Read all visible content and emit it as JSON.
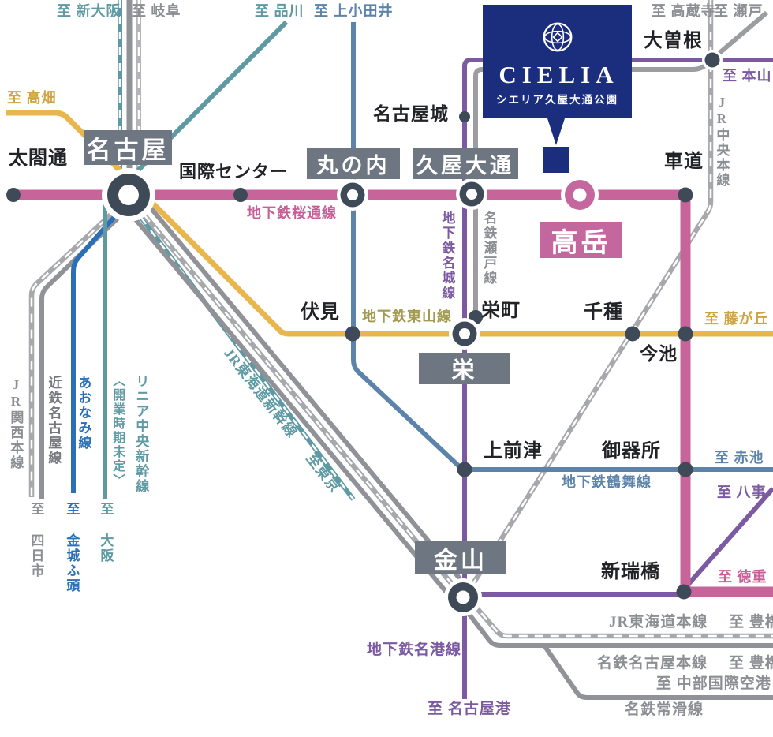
{
  "cielia": {
    "name": "CIELIA",
    "subtitle": "シエリア久屋大通公園",
    "logo": "camellia-globe-emblem"
  },
  "badges": {
    "nagoya": "名古屋",
    "marunouchi": "丸の内",
    "hisaya_odori": "久屋大通",
    "takaoka": "高岳",
    "sakae": "栄",
    "kanayama": "金山"
  },
  "stations": {
    "taiko_dori": "太閤通",
    "kokusai_center": "国際センター",
    "nagoya_castle": "名古屋城",
    "ozone": "大曽根",
    "kurumamichi": "車道",
    "fushimi": "伏見",
    "sakaemachi": "栄町",
    "chikusa": "千種",
    "imaike": "今池",
    "kamimaezu": "上前津",
    "gokiso": "御器所",
    "aratamabashi": "新瑞橋"
  },
  "lines": {
    "sakuradori": "地下鉄桜通線",
    "higashiyama": "地下鉄東山線",
    "meijo": "地下鉄名城線",
    "seto": "名鉄瀬戸線",
    "tsurumai": "地下鉄鶴舞線",
    "meiko": "地下鉄名港線",
    "jr_chuo": "JR中央本線",
    "jr_kansai": "JR関西本線",
    "kintetsu": "近鉄名古屋線",
    "aonami": "あおなみ線",
    "linear": "リニア中央新幹線",
    "linear_note": "〈開業時期未定〉",
    "shinkansen": "JR東海道新幹線",
    "shinkansen_to": "至東京",
    "jr_tokaido": "JR東海道本線",
    "meitetsu_main": "名鉄名古屋本線",
    "meitetsu_tokoname": "名鉄常滑線"
  },
  "to": {
    "shin_osaka": "至 新大阪",
    "gifu": "至 岐阜",
    "shinagawa": "至 品川",
    "kami_otai": "至 上小田井",
    "takabata": "至 高畑",
    "kozoji": "至 高蔵寺",
    "seto": "至 瀬戸",
    "motoyama": "至 本山",
    "fujigaoka": "至 藤が丘",
    "akaike": "至 赤池",
    "yagoto": "至 八事",
    "tokushige": "至 徳重",
    "yokkaichi": "至 四日市",
    "kinjo_futo": "至 金城ふ頭",
    "osaka": "至 大阪",
    "toyohashi_jr": "至 豊橋",
    "toyohashi_meitetsu": "至 豊橋",
    "centrair": "至 中部国際空港",
    "nagoya_port": "至 名古屋港"
  },
  "colors": {
    "sakuradori_pink": "#c7659a",
    "meijo_purple": "#7b5aa1",
    "higashiyama_yellow": "#e9b54d",
    "tsurumai_blue": "#5c84ab",
    "aonami_blue": "#2a6fb8",
    "shinkansen_teal": "#5f9aa3",
    "jr_gray": "#a6a8ac",
    "meitetsu_gray": "#909298",
    "station_dark": "#3e4a57",
    "badge_gray": "#6d7681",
    "takaoka_pink": "#c4679e",
    "cielia_navy": "#1b2e7d"
  }
}
